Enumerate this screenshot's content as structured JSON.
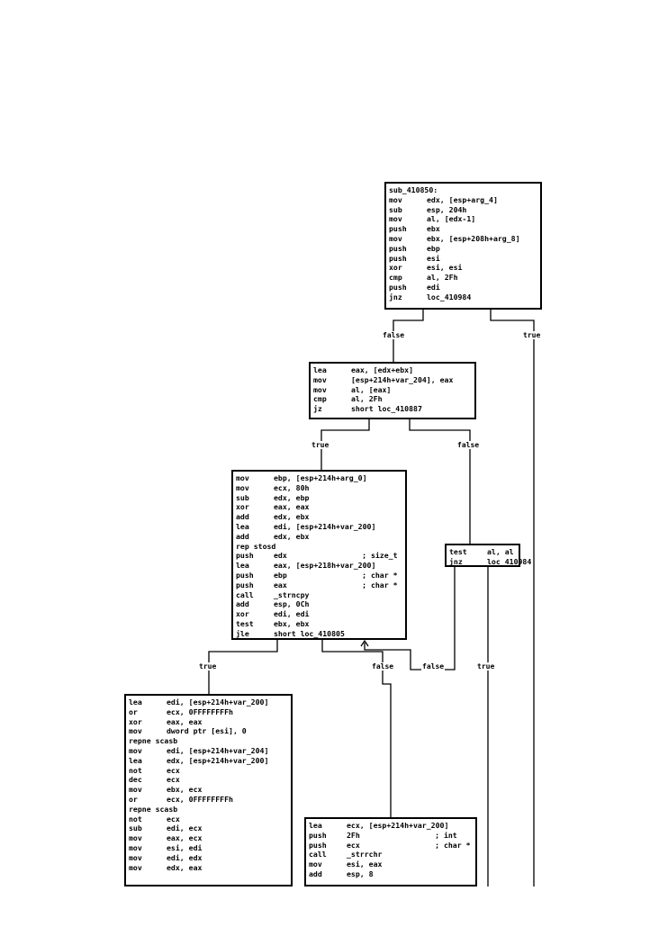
{
  "blocks": [
    {
      "id": "sub_410850",
      "lines": [
        {
          "m": "sub_410850:",
          "o": ""
        },
        {
          "m": "mov",
          "o": "edx, [esp+arg_4]"
        },
        {
          "m": "sub",
          "o": "esp, 204h"
        },
        {
          "m": "mov",
          "o": "al, [edx-1]"
        },
        {
          "m": "push",
          "o": "ebx"
        },
        {
          "m": "mov",
          "o": "ebx, [esp+208h+arg_8]"
        },
        {
          "m": "push",
          "o": "ebp"
        },
        {
          "m": "push",
          "o": "esi"
        },
        {
          "m": "xor",
          "o": "esi, esi"
        },
        {
          "m": "cmp",
          "o": "al, 2Fh"
        },
        {
          "m": "push",
          "o": "edi"
        },
        {
          "m": "jnz",
          "o": "loc_410984"
        }
      ]
    },
    {
      "id": "block_2",
      "lines": [
        {
          "m": "lea",
          "o": "eax, [edx+ebx]"
        },
        {
          "m": "mov",
          "o": "[esp+214h+var_204], eax"
        },
        {
          "m": "mov",
          "o": "al, [eax]"
        },
        {
          "m": "cmp",
          "o": "al, 2Fh"
        },
        {
          "m": "jz",
          "o": "short loc_410887"
        }
      ]
    },
    {
      "id": "block_3",
      "lines": [
        {
          "m": "mov",
          "o": "ebp, [esp+214h+arg_0]"
        },
        {
          "m": "mov",
          "o": "ecx, 80h"
        },
        {
          "m": "sub",
          "o": "edx, ebp"
        },
        {
          "m": "xor",
          "o": "eax, eax"
        },
        {
          "m": "add",
          "o": "edx, ebx"
        },
        {
          "m": "lea",
          "o": "edi, [esp+214h+var_200]"
        },
        {
          "m": "add",
          "o": "edx, ebx"
        },
        {
          "m": "rep stosd",
          "o": ""
        },
        {
          "m": "push",
          "o": "edx",
          "c": "; size_t"
        },
        {
          "m": "lea",
          "o": "eax, [esp+218h+var_200]"
        },
        {
          "m": "push",
          "o": "ebp",
          "c": "; char *"
        },
        {
          "m": "push",
          "o": "eax",
          "c": "; char *"
        },
        {
          "m": "call",
          "o": "_strncpy"
        },
        {
          "m": "add",
          "o": "esp, 0Ch"
        },
        {
          "m": "xor",
          "o": "edi, edi"
        },
        {
          "m": "test",
          "o": "ebx, ebx"
        },
        {
          "m": "jle",
          "o": "short loc_410805"
        }
      ]
    },
    {
      "id": "block_4",
      "lines": [
        {
          "m": "test",
          "o": "al, al"
        },
        {
          "m": "jnz",
          "o": "loc_410984"
        }
      ]
    },
    {
      "id": "block_5",
      "lines": [
        {
          "m": "lea",
          "o": "edi, [esp+214h+var_200]"
        },
        {
          "m": "or",
          "o": "ecx, 0FFFFFFFFh"
        },
        {
          "m": "xor",
          "o": "eax, eax"
        },
        {
          "m": "mov",
          "o": "dword ptr [esi], 0"
        },
        {
          "m": "repne scasb",
          "o": ""
        },
        {
          "m": "mov",
          "o": "edi, [esp+214h+var_204]"
        },
        {
          "m": "lea",
          "o": "edx, [esp+214h+var_200]"
        },
        {
          "m": "not",
          "o": "ecx"
        },
        {
          "m": "dec",
          "o": "ecx"
        },
        {
          "m": "mov",
          "o": "ebx, ecx"
        },
        {
          "m": "or",
          "o": "ecx, 0FFFFFFFFh"
        },
        {
          "m": "repne scasb",
          "o": ""
        },
        {
          "m": "not",
          "o": "ecx"
        },
        {
          "m": "sub",
          "o": "edi, ecx"
        },
        {
          "m": "mov",
          "o": "eax, ecx"
        },
        {
          "m": "mov",
          "o": "esi, edi"
        },
        {
          "m": "mov",
          "o": "edi, edx"
        },
        {
          "m": "mov",
          "o": "edx, eax"
        }
      ]
    },
    {
      "id": "block_6",
      "lines": [
        {
          "m": "lea",
          "o": "ecx, [esp+214h+var_200]"
        },
        {
          "m": "push",
          "o": "2Fh",
          "c": "; int"
        },
        {
          "m": "push",
          "o": "ecx",
          "c": "; char *"
        },
        {
          "m": "call",
          "o": "_strrchr"
        },
        {
          "m": "mov",
          "o": "esi, eax"
        },
        {
          "m": "add",
          "o": "esp, 8"
        }
      ]
    }
  ],
  "edge_labels": {
    "e1_false": "false",
    "e1_true": "true",
    "e2_true": "true",
    "e2_false": "false",
    "e3_true": "true",
    "e3_false": "false",
    "e4_false": "false",
    "e4_true": "true"
  }
}
